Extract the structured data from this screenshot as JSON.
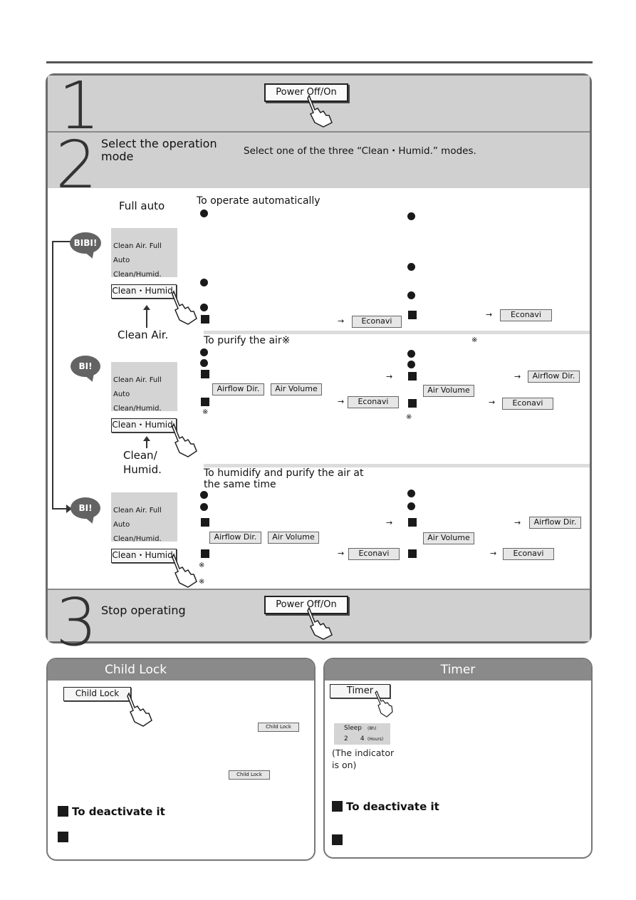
{
  "step1": {
    "number": "1",
    "button": "Power   Off/On"
  },
  "step2": {
    "number": "2",
    "title": "Select the operation\nmode",
    "subtitle": "Select one of the three “Clean・Humid.” modes."
  },
  "modes": {
    "full_auto": {
      "label": "Full auto",
      "beep": "BIBI!",
      "panel_line1": "Clean Air.   Full Auto",
      "panel_line2": "Clean/Humid.",
      "button": "Clean・Humid.",
      "heading": "To operate automatically",
      "econavi_left": "Econavi",
      "econavi_right": "Econavi"
    },
    "clean_air": {
      "label": "Clean Air.",
      "beep": "BI!",
      "panel_line1": "Clean Air.   Full Auto",
      "panel_line2": "Clean/Humid.",
      "button": "Clean・Humid.",
      "heading": "To purify the air※",
      "airflow_dir": "Airflow Dir.",
      "air_volume": "Air Volume",
      "econavi_left": "Econavi",
      "airflow_dir_right": "Airflow Dir.",
      "air_volume_right": "Air Volume",
      "econavi_right": "Econavi"
    },
    "clean_humid": {
      "label_line1": "Clean/",
      "label_line2": "Humid.",
      "beep": "BI!",
      "panel_line1": "Clean Air.   Full Auto",
      "panel_line2": "Clean/Humid.",
      "button": "Clean・Humid.",
      "heading": "To humidify and purify the air at\nthe same time",
      "airflow_dir": "Airflow Dir.",
      "air_volume": "Air Volume",
      "econavi_left": "Econavi",
      "airflow_dir_right": "Airflow Dir.",
      "air_volume_right": "Air Volume",
      "econavi_right": "Econavi"
    }
  },
  "step3": {
    "number": "3",
    "title": "Stop operating",
    "button": "Power   Off/On"
  },
  "child_lock": {
    "title": "Child  Lock",
    "button": "Child  Lock",
    "small_button1": "Child Lock",
    "small_button2": "Child Lock",
    "deactivate": "To deactivate it"
  },
  "timer": {
    "title": "Timer",
    "button": "Timer",
    "sleep": "Sleep",
    "sleep_sub": "(8h)",
    "hours_values": "2      4",
    "hours_sub": "(Hours)",
    "indicator_note": "(The indicator\nis on)",
    "deactivate": "To deactivate it"
  },
  "symbols": {
    "arrow": "→",
    "ref_mark": "※"
  }
}
